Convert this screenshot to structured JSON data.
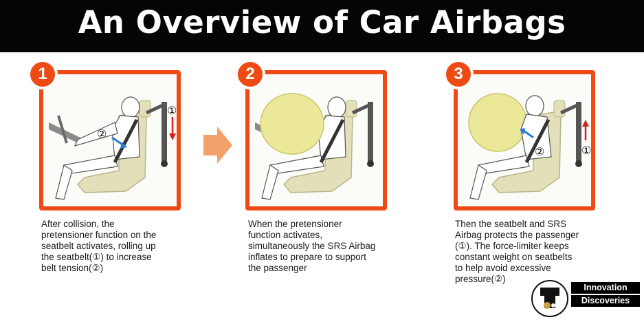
{
  "title": "An Overview of Car Airbags",
  "steps": [
    {
      "number": "1",
      "caption": "After collision, the\npretensioner function on the\nseatbelt activates, rolling up\nthe seatbelt(①) to increase\nbelt tension(②)"
    },
    {
      "number": "2",
      "caption": "When the pretensioner\nfunction activates,\nsimultaneously the SRS Airbag\ninflates to prepare to support\nthe passenger"
    },
    {
      "number": "3",
      "caption": "Then the seatbelt and SRS\nAirbag protects the passenger\n(①). The force-limiter keeps\nconstant weight on seatbelts\nto help avoid excessive\npressure(②)"
    }
  ],
  "markers": {
    "one": "①",
    "two": "②"
  },
  "brand": {
    "line1": "Innovation",
    "line2": "Discoveries"
  },
  "colors": {
    "accent": "#ee4a14",
    "arrow": "#f4a06c",
    "airbag": "#ece89a",
    "seat": "#e3dfb8"
  }
}
